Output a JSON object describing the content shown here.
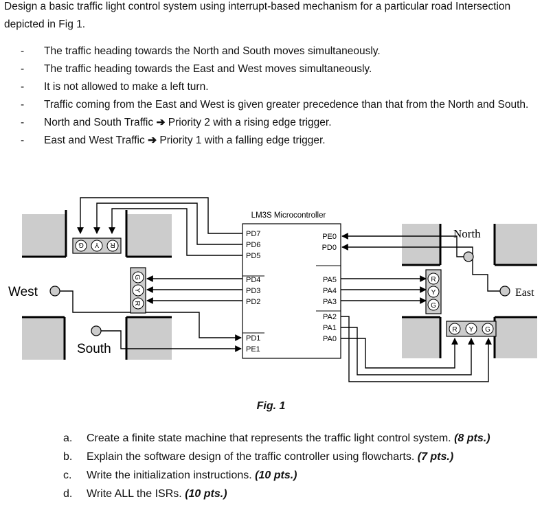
{
  "intro": "Design a basic traffic light control system using interrupt-based mechanism for a particular road Intersection depicted in Fig 1.",
  "bullets": [
    {
      "text": "The traffic heading towards the North and South moves simultaneously."
    },
    {
      "text": "The traffic heading towards the East and West moves simultaneously."
    },
    {
      "text": "It is not allowed to make a left turn."
    },
    {
      "text": "Traffic coming from the East and West is given greater precedence than that from the North and South."
    },
    {
      "pre": "North and South Traffic",
      "post": "Priority 2 with a rising edge trigger."
    },
    {
      "pre": "East and West Traffic",
      "post": "Priority 1 with a falling edge trigger."
    }
  ],
  "arrow_glyph": "➔",
  "dash": "-",
  "diagram": {
    "mcu_title": "LM3S Microcontroller",
    "left_pins": [
      "PD7",
      "PD6",
      "PD5",
      "PD4",
      "PD3",
      "PD2",
      "PD1",
      "PE1"
    ],
    "right_pins": [
      "PE0",
      "PD0",
      "PA5",
      "PA4",
      "PA3",
      "PA2",
      "PA1",
      "PA0"
    ],
    "labels": {
      "west": "West",
      "south": "South",
      "north": "North",
      "east": "East"
    },
    "light_letters": [
      "R",
      "Y",
      "G"
    ]
  },
  "caption": "Fig. 1",
  "questions": [
    {
      "label": "a.",
      "text": "Create a finite state machine that represents the traffic light control system.",
      "pts": "(8 pts.)"
    },
    {
      "label": "b.",
      "text": "Explain the software design of the traffic controller using flowcharts.",
      "pts": "(7 pts.)"
    },
    {
      "label": "c.",
      "text": "Write the initialization instructions.",
      "pts": "(10 pts.)"
    },
    {
      "label": "d.",
      "text": "Write ALL the ISRs.",
      "pts": "(10 pts.)"
    }
  ]
}
